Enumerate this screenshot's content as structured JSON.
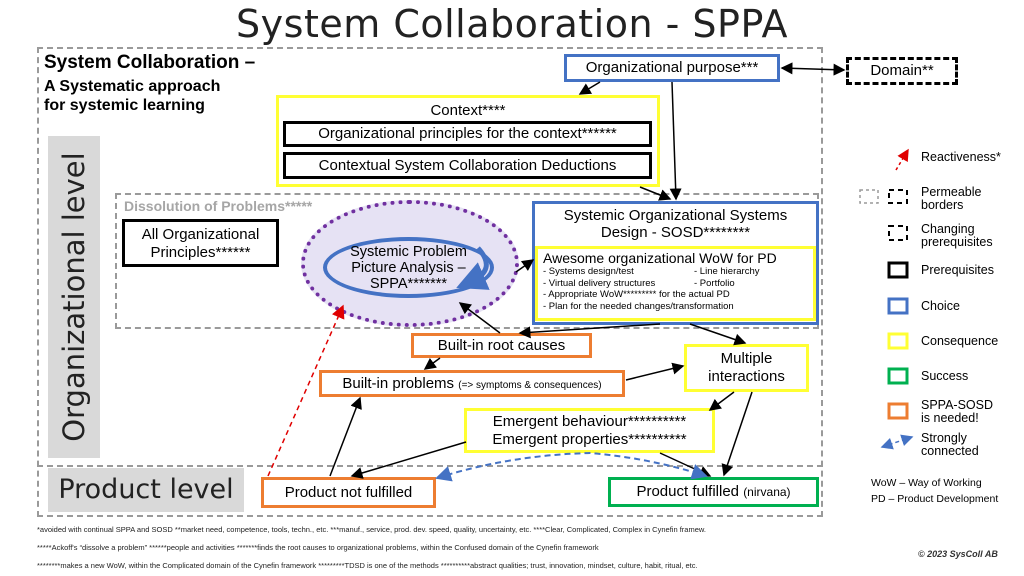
{
  "title": "System Collaboration - SPPA",
  "system_collab_title": "System Collaboration –",
  "system_collab_subtitle": [
    "A Systematic approach",
    "for systemic learning"
  ],
  "organizational_level": "Organizational level",
  "product_level": "Product level",
  "org_purpose": "Organizational purpose***",
  "domain": "Domain**",
  "context": "Context****",
  "org_principles_context": "Organizational principles for the context******",
  "contextual_deductions": "Contextual System Collaboration Deductions",
  "dissolution": "Dissolution of Problems*****",
  "all_principles": [
    "All Organizational",
    "Principles******"
  ],
  "sppa": [
    "Systemic Problem",
    "Picture Analysis –",
    "SPPA*******"
  ],
  "sosd": [
    "Systemic Organizational Systems",
    "Design - SOSD********"
  ],
  "wow_title": "Awesome organizational WoW for PD",
  "wow_items": [
    "- Systems design/test",
    "- Line hierarchy",
    "- Virtual delivery structures",
    "- Portfolio",
    "- Appropriate WoW********* for the actual PD",
    "- Plan for the needed changes/transformation"
  ],
  "root_causes": "Built-in root causes",
  "built_in_problems": "Built-in problems",
  "built_in_problems_note": "(=> symptoms & consequences)",
  "multiple_interactions": [
    "Multiple",
    "interactions"
  ],
  "emergent": [
    "Emergent behaviour**********",
    "Emergent properties**********"
  ],
  "product_not_fulfilled": "Product not fulfilled",
  "product_fulfilled": "Product fulfilled",
  "product_fulfilled_note": "(nirvana)",
  "legend": {
    "reactiveness": "Reactiveness*",
    "permeable": [
      "Permeable",
      "borders"
    ],
    "changing": [
      "Changing",
      "prerequisites"
    ],
    "prerequisites": "Prerequisites",
    "choice": "Choice",
    "consequence": "Consequence",
    "success": "Success",
    "sppa_sosd": [
      "SPPA-SOSD",
      "is needed!"
    ],
    "strongly": [
      "Strongly",
      "connected"
    ]
  },
  "abbrev": [
    "WoW – Way of Working",
    "PD – Product Development"
  ],
  "footnotes": [
    "*avoided with continual SPPA and SOSD   **market need, competence, tools, techn., etc.  ***manuf., service, prod. dev. speed, quality, uncertainty, etc.  ****Clear, Complicated, Complex in Cynefin framew.",
    "*****Ackoff's “dissolve a problem”   ******people  and activities   *******finds  the root causes to organizational problems, within the Confused domain of the Cynefin framework",
    "********makes  a new WoW, within the Complicated domain of the Cynefin framework    *********TDSD is one of the methods    **********abstract qualities; trust, innovation, mindset, culture, habit, ritual, etc."
  ],
  "copyright": "© 2023 SysColl AB",
  "colors": {
    "choice": "#4472c4",
    "consequence": "#ffff33",
    "prerequisite": "#000000",
    "success": "#00b050",
    "sppa_needed": "#ed7d31",
    "reactiveness": "#e00000",
    "sppa_border": "#7030a0"
  }
}
